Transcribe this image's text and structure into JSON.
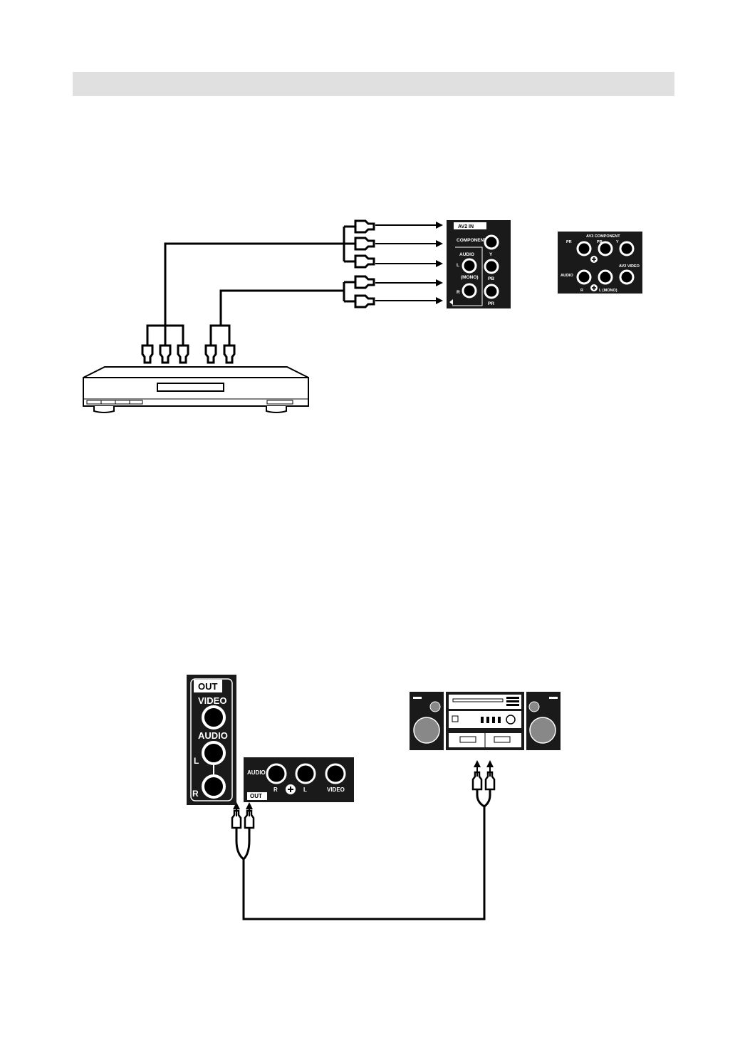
{
  "header": {
    "color": "#e0e0e0"
  },
  "av2_panel": {
    "title": "AV2 IN",
    "component": "COMPONENT",
    "audio": "AUDIO",
    "l": "L",
    "mono": "(MONO)",
    "r": "R",
    "y": "Y",
    "pb": "PB",
    "pr": "PR"
  },
  "av3_panel": {
    "title": "AV3 COMPONENT",
    "pr": "PR",
    "pb": "PB",
    "y": "Y",
    "audio": "AUDIO",
    "r": "R",
    "l_mono": "L (MONO)",
    "av2_video": "AV2 VIDEO"
  },
  "out_panel": {
    "out": "OUT",
    "video": "VIDEO",
    "audio": "AUDIO",
    "l": "L",
    "r": "R"
  },
  "out_panel_small": {
    "audio": "AUDIO",
    "r": "R",
    "l": "L",
    "video": "VIDEO",
    "out": "OUT"
  }
}
